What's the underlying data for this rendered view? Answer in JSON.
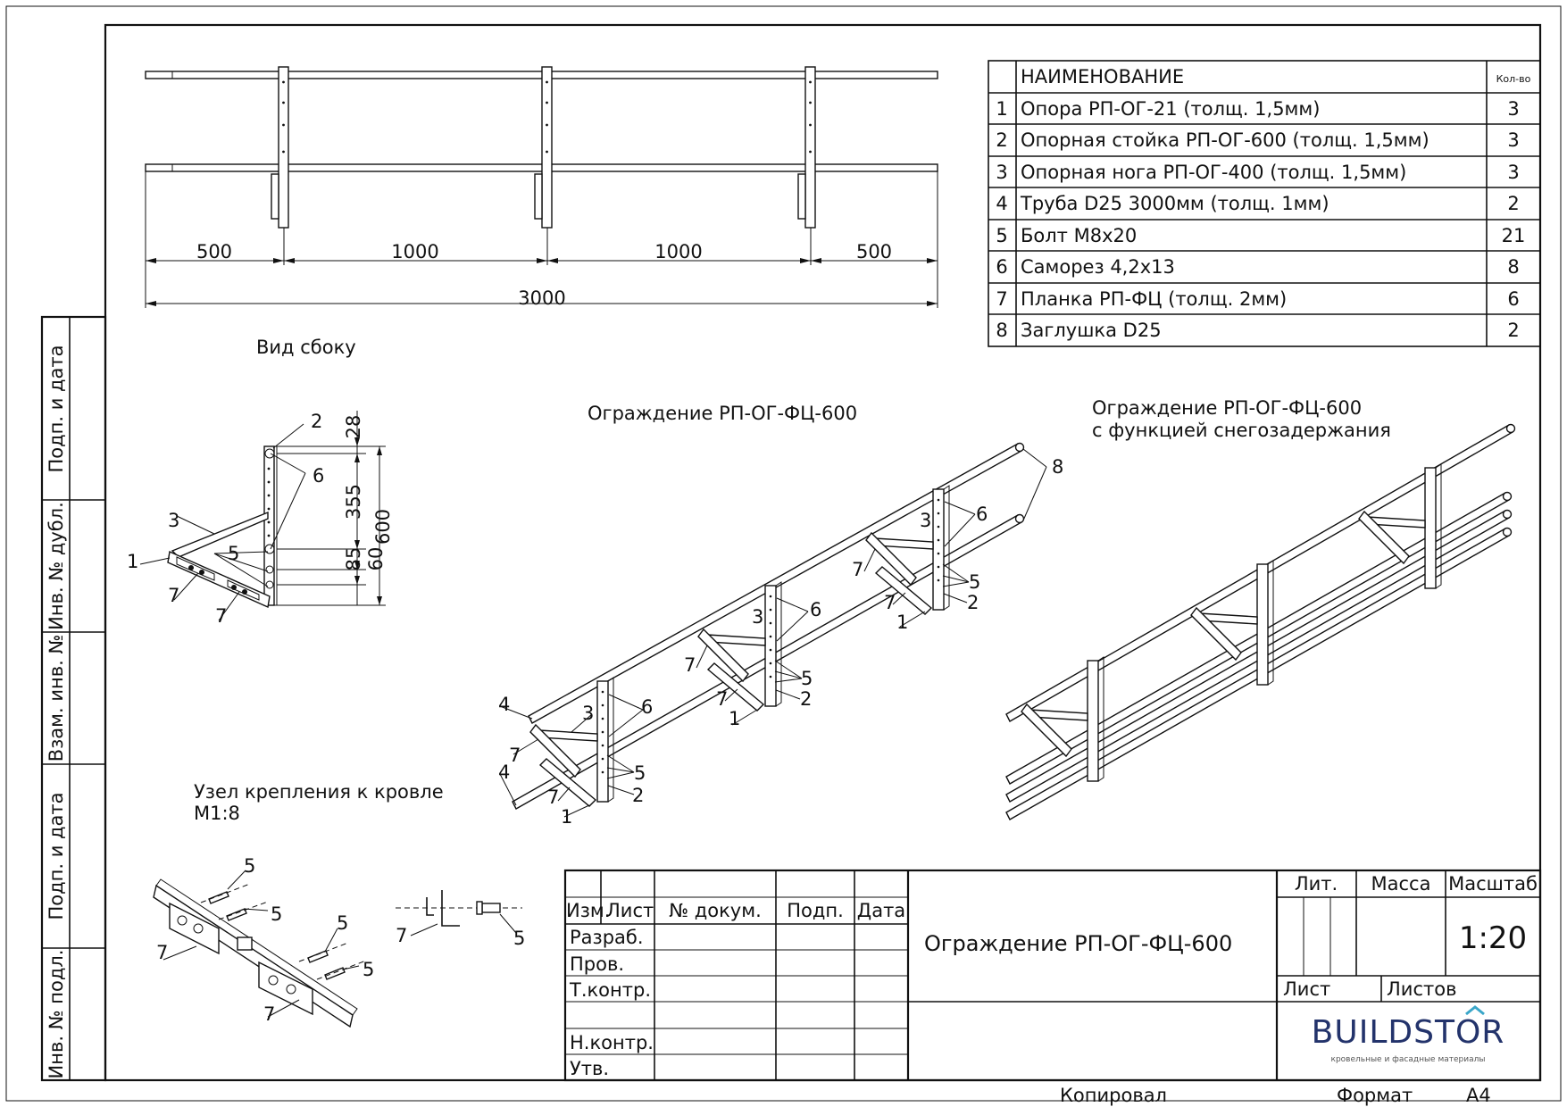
{
  "spec_table": {
    "header_name": "НАИМЕНОВАНИЕ",
    "header_qty": "Кол-во",
    "rows": [
      {
        "n": "1",
        "name": "Опора РП-ОГ-21 (толщ. 1,5мм)",
        "qty": "3"
      },
      {
        "n": "2",
        "name": "Опорная стойка РП-ОГ-600 (толщ. 1,5мм)",
        "qty": "3"
      },
      {
        "n": "3",
        "name": "Опорная нога РП-ОГ-400 (толщ. 1,5мм)",
        "qty": "3"
      },
      {
        "n": "4",
        "name": "Труба D25 3000мм (толщ. 1мм)",
        "qty": "2"
      },
      {
        "n": "5",
        "name": "Болт М8х20",
        "qty": "21"
      },
      {
        "n": "6",
        "name": "Саморез 4,2х13",
        "qty": "8"
      },
      {
        "n": "7",
        "name": "Планка РП-ФЦ (толщ. 2мм)",
        "qty": "6"
      },
      {
        "n": "8",
        "name": "Заглушка D25",
        "qty": "2"
      }
    ]
  },
  "front_view": {
    "dims": [
      "500",
      "1000",
      "1000",
      "500"
    ],
    "total": "3000"
  },
  "side_view": {
    "title": "Вид сбоку",
    "dims": [
      "28",
      "355",
      "85",
      "60",
      "600"
    ],
    "labels": [
      "1",
      "2",
      "3",
      "5",
      "6",
      "7",
      "7"
    ]
  },
  "iso_view": {
    "title": "Ограждение РП-ОГ-ФЦ-600",
    "labels": [
      "1",
      "2",
      "3",
      "4",
      "4",
      "5",
      "6",
      "7",
      "7",
      "1",
      "2",
      "3",
      "5",
      "6",
      "7",
      "7",
      "1",
      "2",
      "3",
      "5",
      "6",
      "7",
      "7",
      "8"
    ]
  },
  "iso_view_snow": {
    "title_line1": "Ограждение РП-ОГ-ФЦ-600",
    "title_line2": "с функцией снегозадержания"
  },
  "detail": {
    "title_line1": "Узел крепления к кровле",
    "title_line2": "М1:8",
    "labels": [
      "5",
      "5",
      "5",
      "5",
      "7",
      "7",
      "7",
      "5"
    ]
  },
  "side_stamp": {
    "labels": [
      "Подп. и дата",
      "Инв. № дубл.",
      "Взам. инв. №",
      "Подп. и дата",
      "Инв. № подл."
    ]
  },
  "title_block": {
    "col_headers": [
      "Изм.",
      "Лист",
      "№ докум.",
      "Подп.",
      "Дата"
    ],
    "roles": [
      "Разраб.",
      "Пров.",
      "Т.контр.",
      "Н.контр.",
      "Утв."
    ],
    "doc_title": "Ограждение РП-ОГ-ФЦ-600",
    "lit": "Лит.",
    "mass": "Масса",
    "scale_label": "Масштаб",
    "scale": "1:20",
    "sheet": "Лист",
    "sheets": "Листов",
    "logo": "BUILDSTOR",
    "logo_tagline": "кровельные и фасадные материалы"
  },
  "footer": {
    "copied": "Копировал",
    "format_label": "Формат",
    "format_value": "А4"
  }
}
